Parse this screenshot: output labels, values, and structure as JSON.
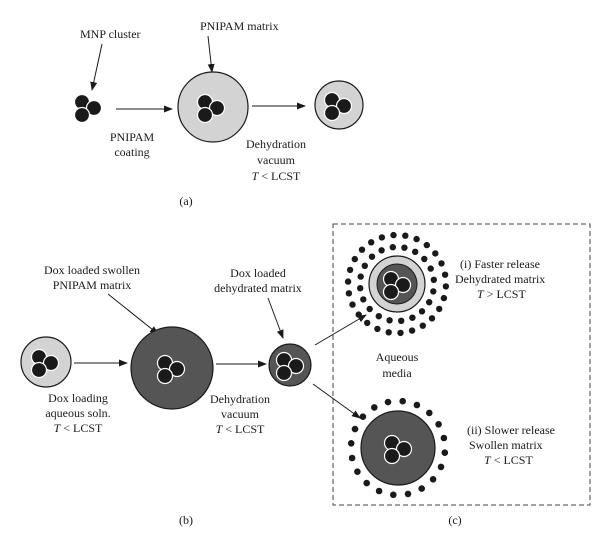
{
  "panel_a": {
    "mnp_cluster_label": "MNP cluster",
    "pnipam_matrix_label": "PNIPAM matrix",
    "coating_line1": "PNIPAM",
    "coating_line2": "coating",
    "dehydration_line1": "Dehydration",
    "dehydration_line2": "vacuum",
    "temp_T": "T",
    "temp_rest": "< LCST",
    "caption": "(a)"
  },
  "panel_b": {
    "swollen_line1": "Dox loaded swollen",
    "swollen_line2": "PNIPAM matrix",
    "dehydrated_line1": "Dox loaded",
    "dehydrated_line2": "dehydrated matrix",
    "loading_line1": "Dox loading",
    "loading_line2": "aqueous soln.",
    "loading_temp_T": "T",
    "loading_temp_rest": "< LCST",
    "dehydration_line1": "Dehydration",
    "dehydration_line2": "vacuum",
    "dehydration_temp_T": "T",
    "dehydration_temp_rest": "< LCST",
    "caption": "(b)"
  },
  "panel_c": {
    "faster_line1": "(i) Faster release",
    "faster_line2": "Dehydrated matrix",
    "faster_temp_T": "T",
    "faster_temp_rest": "> LCST",
    "aqueous_line1": "Aqueous",
    "aqueous_line2": "media",
    "slower_line1": "(ii) Slower release",
    "slower_line2": "Swollen matrix",
    "slower_temp_T": "T",
    "slower_temp_rest": "< LCST",
    "caption": "(c)"
  },
  "colors": {
    "ink": "#1a1a1a",
    "light_matrix": "#d3d3d3",
    "dark_matrix": "#555555",
    "nanoparticle": "#1a1a1a"
  }
}
